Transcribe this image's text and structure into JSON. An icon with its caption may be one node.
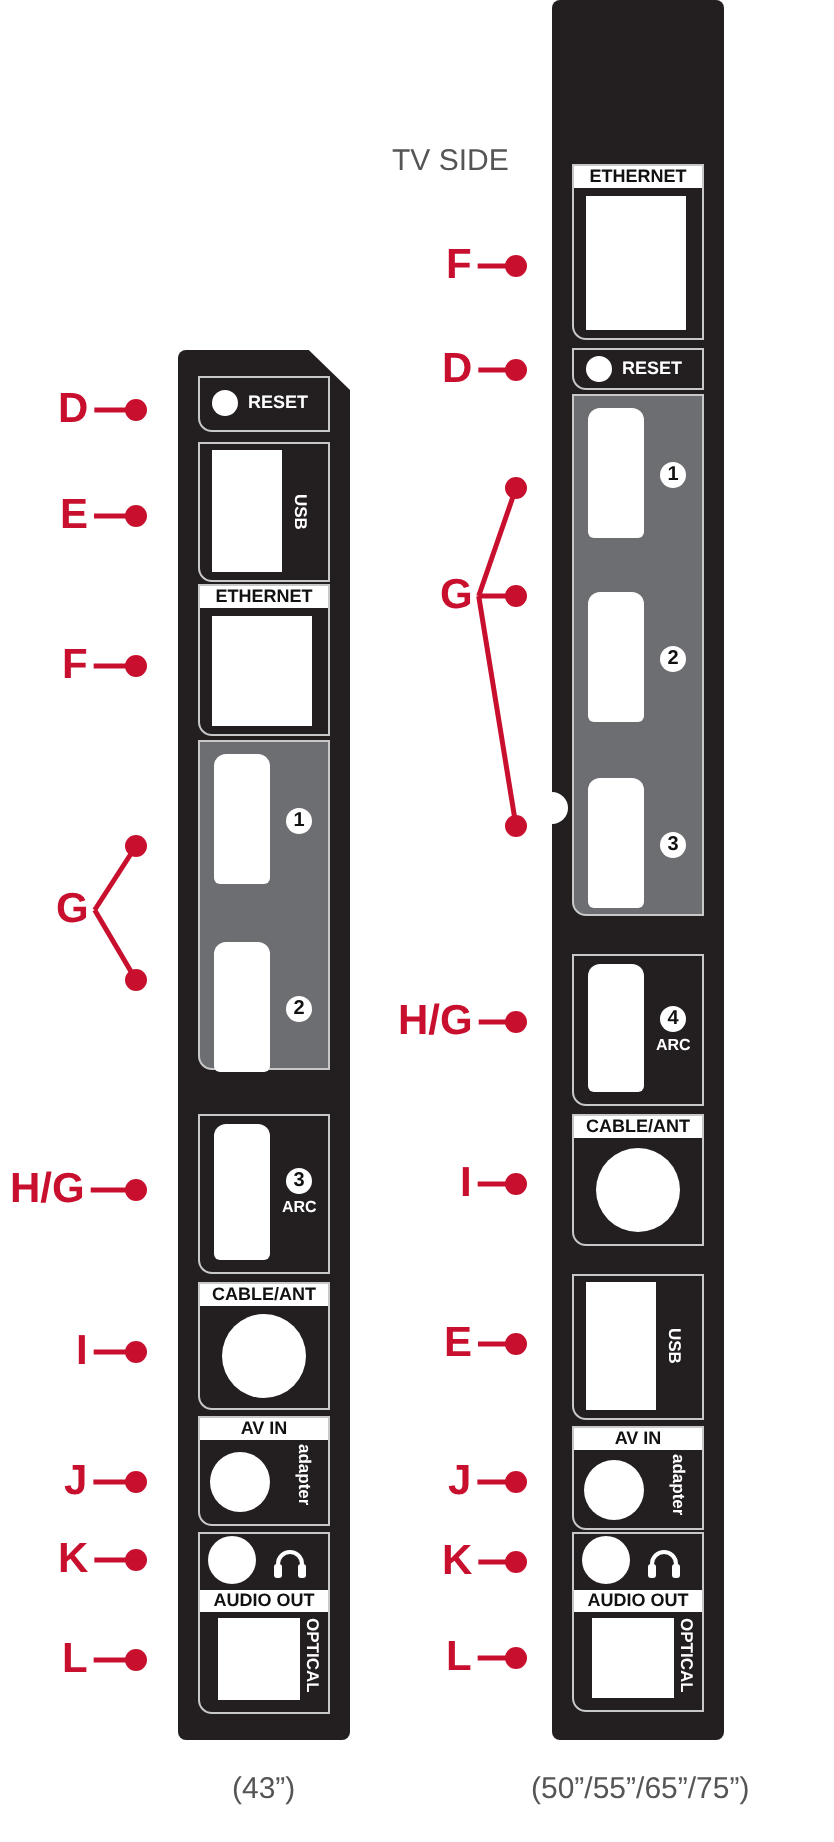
{
  "diagram": {
    "nodes": [
      {
        "text": [],
        "shape": "box",
        "beside": [
          "(43”)"
        ]
      },
      {
        "text": [
          "RESET"
        ],
        "in": 0
      },
      {
        "text": [
          "USB"
        ],
        "in": 0
      },
      {
        "text": [
          "ETHERNET"
        ],
        "in": 0
      },
      {
        "text": [
          "1",
          "2"
        ],
        "in": 0
      },
      {
        "text": [
          "3",
          "ARC"
        ],
        "in": 0
      },
      {
        "text": [
          "CABLE/ANT"
        ],
        "in": 0
      },
      {
        "text": [
          "AV IN",
          "adapter"
        ],
        "in": 0
      },
      {
        "text": [
          "AUDIO OUT",
          "OPTICAL"
        ],
        "in": 0
      },
      {
        "text": [
          "D"
        ]
      },
      {
        "text": [
          "E"
        ]
      },
      {
        "text": [
          "F"
        ]
      },
      {
        "text": [
          "G"
        ]
      },
      {
        "text": [
          "H/G"
        ]
      },
      {
        "text": [
          "I"
        ]
      },
      {
        "text": [
          "J"
        ]
      },
      {
        "text": [
          "K"
        ]
      },
      {
        "text": [
          "L"
        ]
      },
      {
        "text": [],
        "shape": "box",
        "beside": [
          "(50”/55”/65”/75”)"
        ]
      },
      {
        "text": [
          "ETHERNET"
        ],
        "in": 18
      },
      {
        "text": [
          "RESET"
        ],
        "in": 18
      },
      {
        "text": [
          "1",
          "2",
          "3"
        ],
        "in": 18
      },
      {
        "text": [
          "4",
          "ARC"
        ],
        "in": 18
      },
      {
        "text": [
          "CABLE/ANT"
        ],
        "in": 18
      },
      {
        "text": [
          "USB"
        ],
        "in": 18
      },
      {
        "text": [
          "AV IN",
          "adapter"
        ],
        "in": 18
      },
      {
        "text": [
          "AUDIO OUT",
          "OPTICAL"
        ],
        "in": 18
      },
      {
        "text": [
          "F"
        ]
      },
      {
        "text": [
          "D"
        ]
      },
      {
        "text": [
          "G"
        ]
      },
      {
        "text": [
          "H/G"
        ]
      },
      {
        "text": [
          "I"
        ]
      },
      {
        "text": [
          "E"
        ]
      },
      {
        "text": [
          "J"
        ]
      },
      {
        "text": [
          "K"
        ]
      },
      {
        "text": [
          "L"
        ]
      }
    ],
    "edges": [
      {
        "from": 9,
        "to": null,
        "arrow": "other"
      },
      {
        "from": 10,
        "to": null,
        "arrow": "other"
      },
      {
        "from": 11,
        "to": null,
        "arrow": "other"
      },
      {
        "from": 12,
        "to": 0,
        "arrow": "other"
      },
      {
        "from": 12,
        "to": 0,
        "arrow": "other"
      },
      {
        "from": 13,
        "to": null,
        "arrow": "other"
      },
      {
        "from": 14,
        "to": null,
        "arrow": "other"
      },
      {
        "from": 15,
        "to": null,
        "arrow": "other"
      },
      {
        "from": 16,
        "to": null,
        "arrow": "other"
      },
      {
        "from": 17,
        "to": null,
        "arrow": "other"
      },
      {
        "from": 27,
        "to": null,
        "arrow": "other"
      },
      {
        "from": 28,
        "to": null,
        "arrow": "other"
      },
      {
        "from": 29,
        "to": 18,
        "arrow": "other"
      },
      {
        "from": 29,
        "to": null,
        "arrow": "other"
      },
      {
        "from": 29,
        "to": 18,
        "arrow": "other"
      },
      {
        "from": 30,
        "to": null,
        "arrow": "other"
      },
      {
        "from": 31,
        "to": null,
        "arrow": "other"
      },
      {
        "from": 32,
        "to": null,
        "arrow": "other"
      },
      {
        "from": 33,
        "to": null,
        "arrow": "other"
      },
      {
        "from": 34,
        "to": null,
        "arrow": "other"
      },
      {
        "from": 35,
        "to": null,
        "arrow": "other"
      }
    ],
    "labels": [
      "TV SIDE"
    ]
  }
}
